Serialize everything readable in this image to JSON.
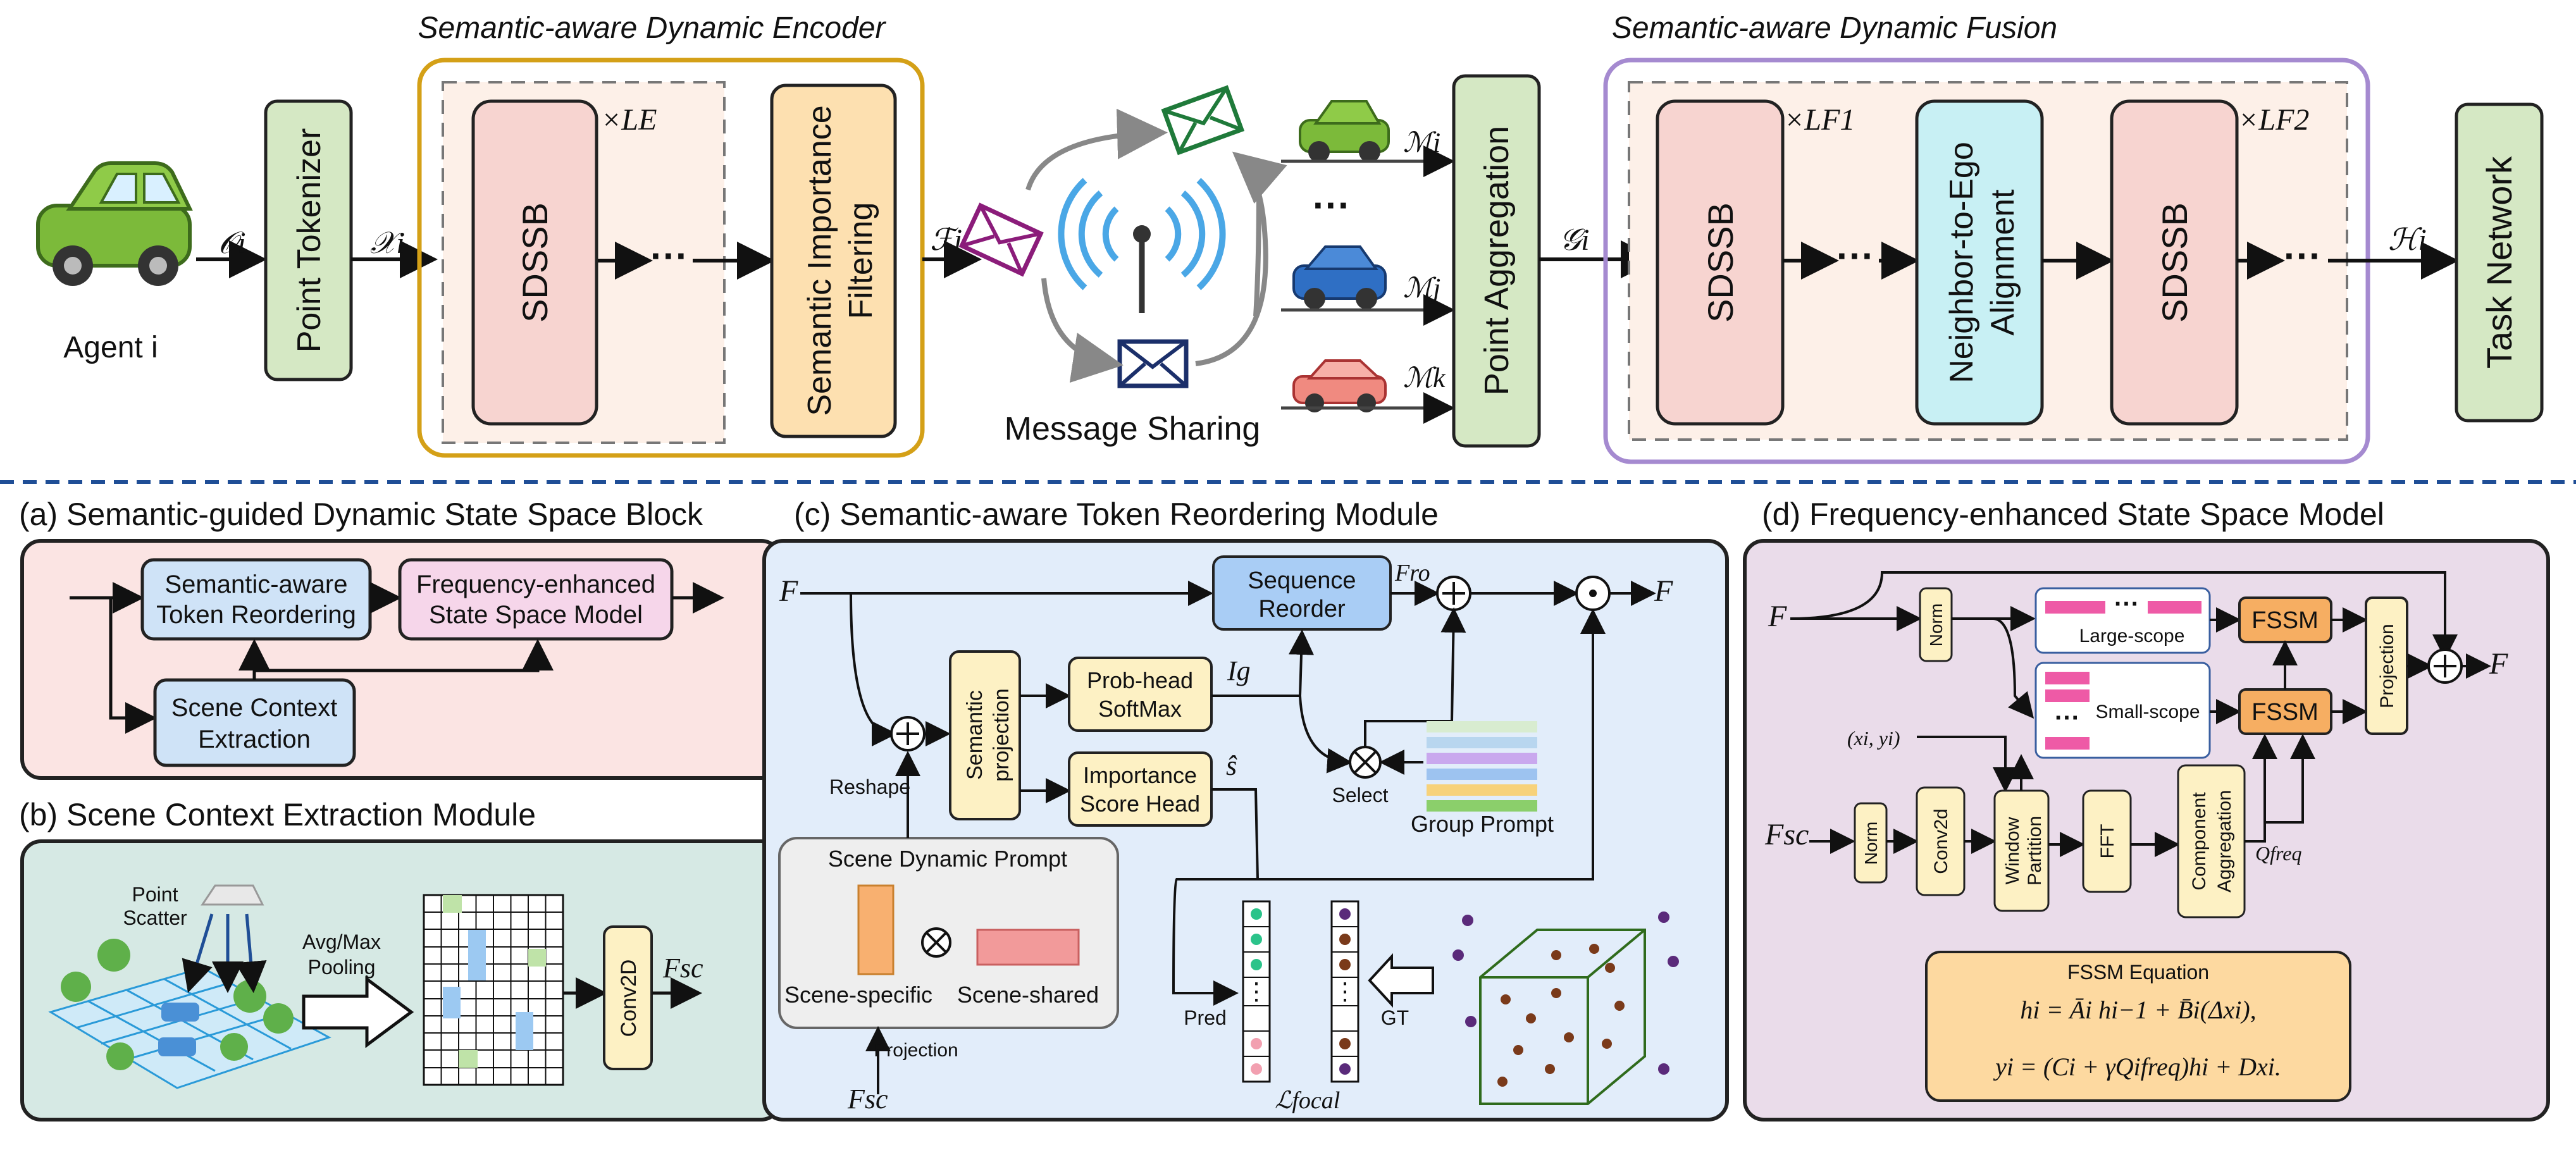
{
  "top": {
    "agent_label": "Agent i",
    "sym_O": "𝒪i",
    "sym_X": "𝒳i",
    "point_tokenizer": "Point Tokenizer",
    "encoder_title": "Semantic-aware Dynamic Encoder",
    "sddsb": "SDSSB",
    "times_LE": "×LE",
    "dots": "···",
    "sem_filter_1": "Semantic Importance",
    "sem_filter_2": "Filtering",
    "sym_F": "ℱi",
    "message_sharing": "Message Sharing",
    "sym_Mi": "ℳi",
    "sym_Mj": "ℳj",
    "sym_Mk": "ℳk",
    "vdots": "···",
    "point_aggregation": "Point Aggregation",
    "sym_G": "𝒢i",
    "fusion_title": "Semantic-aware Dynamic Fusion",
    "times_LF1": "×LF1",
    "times_LF2": "×LF2",
    "n2e_1": "Neighbor-to-Ego",
    "n2e_2": "Alignment",
    "sym_H": "ℋi",
    "task_network": "Task Network"
  },
  "panel_a": {
    "title": "(a) Semantic-guided Dynamic State Space Block",
    "str_1": "Semantic-aware",
    "str_2": "Token Reordering",
    "fe_1": "Frequency-enhanced",
    "fe_2": "State Space Model",
    "sce_1": "Scene Context",
    "sce_2": "Extraction"
  },
  "panel_b": {
    "title": "(b) Scene Context Extraction Module",
    "point_scatter_1": "Point",
    "point_scatter_2": "Scatter",
    "pool_1": "Avg/Max",
    "pool_2": "Pooling",
    "conv": "Conv2D",
    "sym_Fsc": "Fsc"
  },
  "panel_c": {
    "title": "(c) Semantic-aware Token Reordering Module",
    "sym_F": "F",
    "seq_reorder_1": "Sequence",
    "seq_reorder_2": "Reorder",
    "sym_Fro": "Fro",
    "sem_proj_1": "Semantic",
    "sem_proj_2": "projection",
    "probhead_1": "Prob-head",
    "probhead_2": "SoftMax",
    "sym_Ig": "Ig",
    "imp_1": "Importance",
    "imp_2": "Score Head",
    "sym_s": "ŝ",
    "reshape": "Reshape",
    "select": "Select",
    "group_prompt": "Group Prompt",
    "sdp": "Scene Dynamic Prompt",
    "scene_specific": "Scene-specific",
    "scene_shared": "Scene-shared",
    "projection": "Projection",
    "sym_Fsc": "Fsc",
    "pred": "Pred",
    "gt": "GT",
    "loss": "ℒfocal",
    "vdots": "⋮"
  },
  "panel_d": {
    "title": "(d) Frequency-enhanced  State Space Model",
    "sym_F": "F",
    "norm": "Norm",
    "large_scope": "Large-scope",
    "small_scope": "Small-scope",
    "fssm": "FSSM",
    "projection": "Projection",
    "sym_xy": "(xi, yi)",
    "sym_Fsc": "Fsc",
    "conv2d": "Conv2d",
    "wp_1": "Window",
    "wp_2": "Partition",
    "fft": "FFT",
    "ca_1": "Component",
    "ca_2": "Aggregation",
    "sym_Q": "Qfreq",
    "eq_title": "FSSM Equation",
    "eq_1": "hi = Āi hi−1 + B̄i(Δxi),",
    "eq_2": "yi = (Ci + γQifreq)hi + Dxi."
  },
  "colors": {
    "green_box": "#d5e8c4",
    "green_stroke": "#5a8a3a",
    "pink_box": "#f7d4d0",
    "orange_box": "#fde0b0",
    "cyan_box": "#c8f0f4",
    "blue_box": "#a9cdf5",
    "yellow_box": "#fdf1c4",
    "gold_frame": "#d4a017",
    "purple_frame": "#a58ad0",
    "divider": "#1f4e96"
  }
}
